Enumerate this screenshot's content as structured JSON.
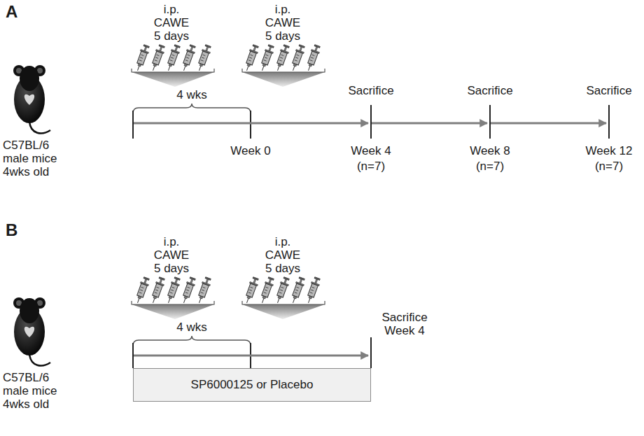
{
  "diagram": {
    "nodes": [
      {
        "text": [
          "SP6000125 or Placebo"
        ]
      }
    ],
    "labels": [
      "A",
      "i.p. CAWE 5 days",
      "i.p. CAWE 5 days",
      "4 wks",
      "Sacrifice",
      "Sacrifice",
      "Sacrifice",
      "C57BL/6 male mice 4wks old",
      "Week 0",
      "Week 4",
      "(n=7)",
      "Week 8",
      "(n=7)",
      "Week 12",
      "(n=7)",
      "B",
      "i.p. CAWE 5 days",
      "i.p. CAWE 5 days",
      "4 wks",
      "Sacrifice Week 4",
      "C57BL/6 male mice 4wks old"
    ]
  }
}
